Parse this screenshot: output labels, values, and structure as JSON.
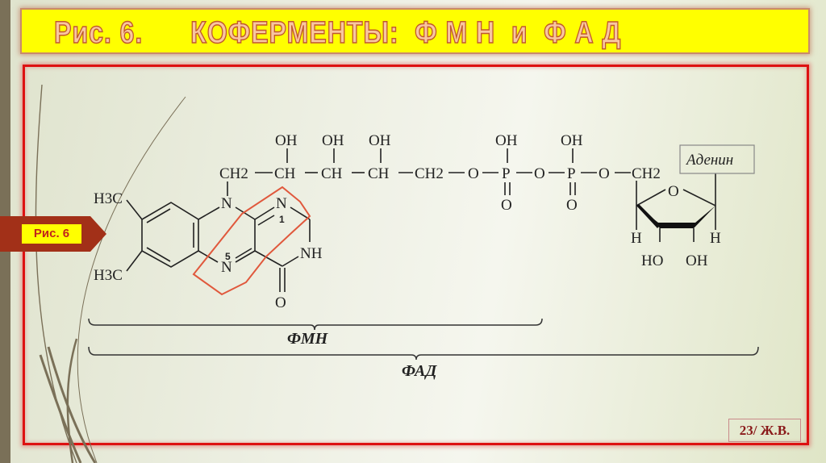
{
  "title": {
    "figure": "Рис. 6.",
    "text": "КОФЕРМЕНТЫ:  Ф М Н  и  Ф А Д"
  },
  "figure_tag": "Рис. 6",
  "structure": {
    "methyl_top": "H3C",
    "methyl_bottom": "H3C",
    "n10": "N",
    "n1": "N",
    "n1_number": "1",
    "n5": "N",
    "n5_number": "5",
    "nh": "NH",
    "carbonyl_o": "O",
    "chain": [
      "CH2",
      "CH",
      "CH",
      "CH",
      "CH2",
      "O",
      "P",
      "O",
      "P",
      "O",
      "CH2"
    ],
    "hydroxyls": [
      "OH",
      "OH",
      "OH",
      "OH",
      "OH"
    ],
    "phosphate_o": [
      "O",
      "O"
    ],
    "ring_o": "O",
    "ring_h": [
      "H",
      "H"
    ],
    "ring_oh": [
      "HO",
      "OH"
    ],
    "adenine": "Аденин"
  },
  "brackets": {
    "fmn": "ФМН",
    "fad": "ФАД"
  },
  "page_number": "23/ Ж.В.",
  "colors": {
    "title_bg": "#ffff00",
    "frame": "#dd1111",
    "tag_bg": "#a23018",
    "highlight": "#e0583c"
  }
}
